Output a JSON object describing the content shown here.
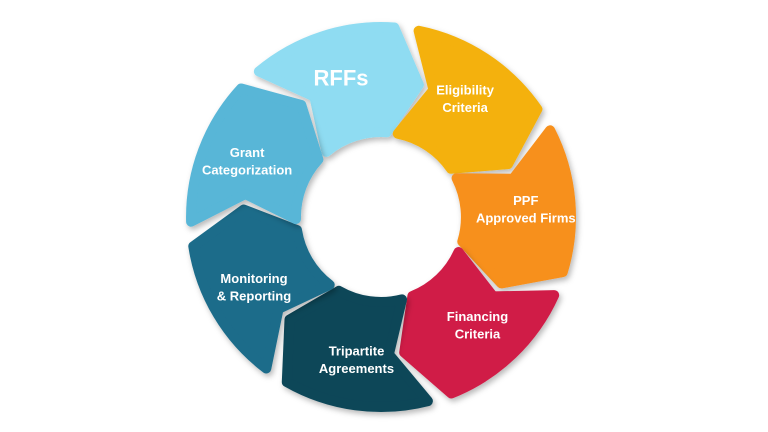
{
  "diagram": {
    "segments": [
      {
        "label_lines": [
          "RFFs"
        ],
        "color": "#8fdcf2"
      },
      {
        "label_lines": [
          "Eligibility",
          "Criteria"
        ],
        "color": "#f4b10d"
      },
      {
        "label_lines": [
          "PPF",
          "Approved Firms"
        ],
        "color": "#f7901e"
      },
      {
        "label_lines": [
          "Financing",
          "Criteria"
        ],
        "color": "#d01e47"
      },
      {
        "label_lines": [
          "Tripartite",
          "Agreements"
        ],
        "color": "#0e4659"
      },
      {
        "label_lines": [
          "Monitoring",
          "& Reporting"
        ],
        "color": "#1d6c8a"
      },
      {
        "label_lines": [
          "Grant",
          "Categorization"
        ],
        "color": "#58b6d7"
      }
    ]
  }
}
